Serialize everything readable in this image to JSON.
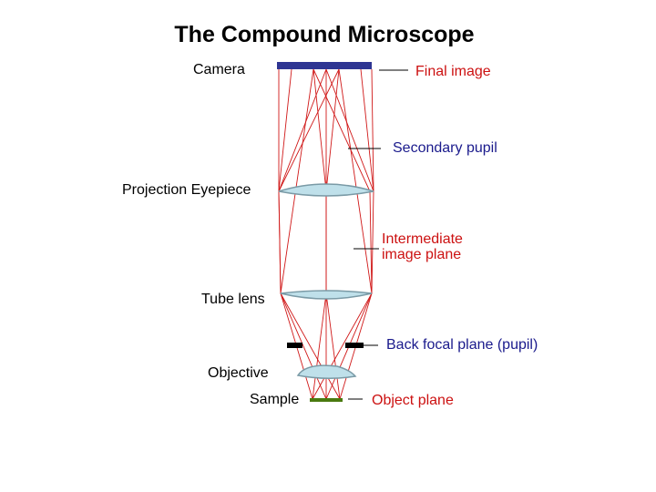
{
  "title": "The Compound Microscope",
  "labels": {
    "camera": "Camera",
    "final_image": "Final image",
    "secondary_pupil": "Secondary pupil",
    "projection_eyepiece": "Projection Eyepiece",
    "intermediate_line1": "Intermediate",
    "intermediate_line2": "image plane",
    "tube_lens": "Tube lens",
    "back_focal_plane": "Back focal plane (pupil)",
    "objective": "Objective",
    "sample": "Sample",
    "object_plane": "Object plane"
  },
  "colors": {
    "ray": "#d01818",
    "lens_fill": "#bfe0ea",
    "lens_stroke": "#7a9aa6",
    "camera": "#2e3592",
    "sample": "#4a7a10",
    "stop": "#000000",
    "leader": "#000000",
    "label_red": "#cc1111",
    "label_blue": "#1a1a8c"
  }
}
